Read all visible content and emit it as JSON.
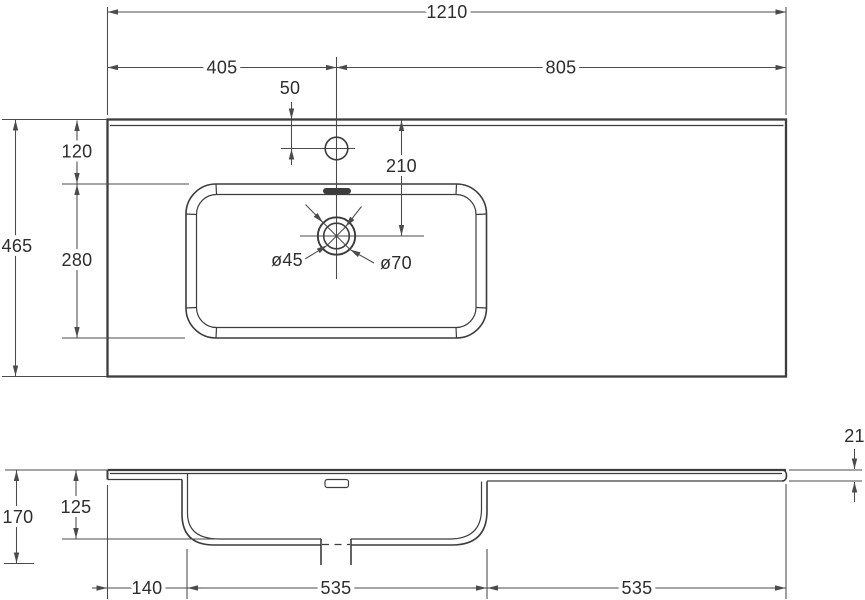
{
  "drawing": {
    "type": "technical-dimension-drawing",
    "subject": "washbasin countertop, plan view and front elevation",
    "line_color": "#3c3c3c",
    "dim_color": "#4b4b4b",
    "text_color": "#2d2d2d",
    "background": "#ffffff",
    "plan": {
      "dims": {
        "total_width": "1210",
        "left_of_center": "405",
        "right_of_center": "805",
        "faucet_from_back": "50",
        "total_depth": "465",
        "back_to_basin": "120",
        "basin_span": "280",
        "drain_from_back": "210",
        "drain_inner_dia": "ø45",
        "drain_outer_dia": "ø70"
      }
    },
    "elevation": {
      "dims": {
        "total_height": "170",
        "bowl_inner_depth": "125",
        "edge_thickness": "21",
        "left_to_bowl": "140",
        "bowl_width": "535",
        "right_wing_width": "535"
      }
    }
  }
}
